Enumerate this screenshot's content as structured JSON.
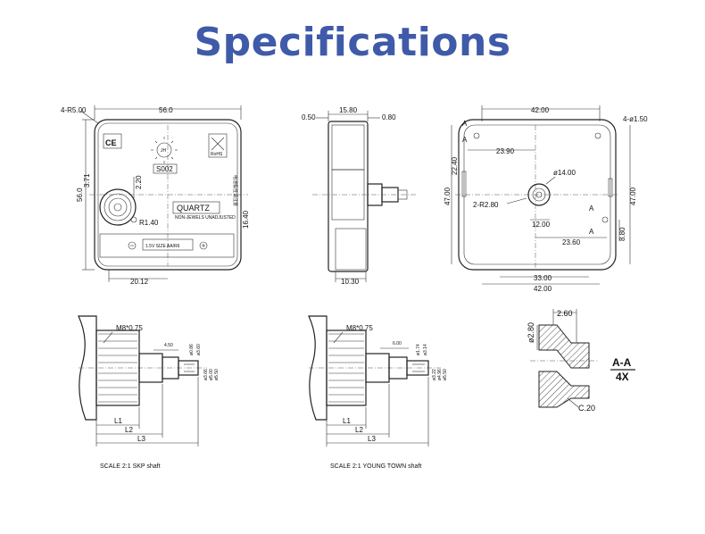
{
  "title": "Specifications",
  "front_view": {
    "radius_label": "4-R5.00",
    "width_label": "56.0",
    "height_label": "56.0",
    "dim_371": "3.71",
    "dim_220": "2.20",
    "dim_r140": "R1.40",
    "dim_1640": "16.40",
    "dim_2012": "20.12",
    "ce_mark": "CE",
    "logo_text": "JH",
    "model_code": "S002",
    "rohs_text": "RoHS",
    "brand_text": "QUARTZ",
    "sub_text": "NON-JEWELS UNADJUSTED",
    "battery_text": "1.5V SIZE AA/R6",
    "side_note": "电池极性请注意"
  },
  "side_view": {
    "dim_050": "0.50",
    "dim_1580": "15.80",
    "dim_080": "0.80",
    "dim_1030": "10.30"
  },
  "back_view": {
    "dim_4200_top": "42.00",
    "dim_hole": "4-ø1.50",
    "dim_2390": "23.90",
    "dim_2240": "22.40",
    "dim_4700_left": "47.00",
    "dim_4700_right": "47.00",
    "dim_1400": "ø14.00",
    "dim_r280": "2-R2.80",
    "dim_1200": "12.00",
    "dim_2360": "23.60",
    "dim_880": "8.80",
    "dim_3300": "33.00",
    "dim_4200_bottom": "42.00",
    "section_marker_1": "A",
    "section_marker_2": "A",
    "section_marker_3": "A",
    "section_marker_4": "A"
  },
  "skp_shaft": {
    "thread": "M8*0.75",
    "dim_450": "4.50",
    "dia_1": "ø0.86",
    "dia_2": "ø3.60",
    "dia_3": "ø3.66",
    "dia_4": "ø5.00",
    "dia_5": "ø5.50",
    "l1": "L1",
    "l2": "L2",
    "l3": "L3",
    "caption": "SCALE  2:1      SKP shaft"
  },
  "yt_shaft": {
    "thread": "M8*0.75",
    "dim_600": "6.00",
    "dia_1": "ø1.74",
    "dia_2": "ø3.14",
    "dia_3": "ø3.22",
    "dia_4": "ø4.96",
    "dia_5": "ø5.50",
    "l1": "L1",
    "l2": "L2",
    "l3": "L3",
    "caption": "SCALE  2:1      YOUNG TOWN shaft"
  },
  "section_aa": {
    "dim_260": "2.60",
    "dim_280": "ø2.80",
    "dim_c20": "C.20",
    "label_top": "A-A",
    "label_bottom": "4X"
  }
}
